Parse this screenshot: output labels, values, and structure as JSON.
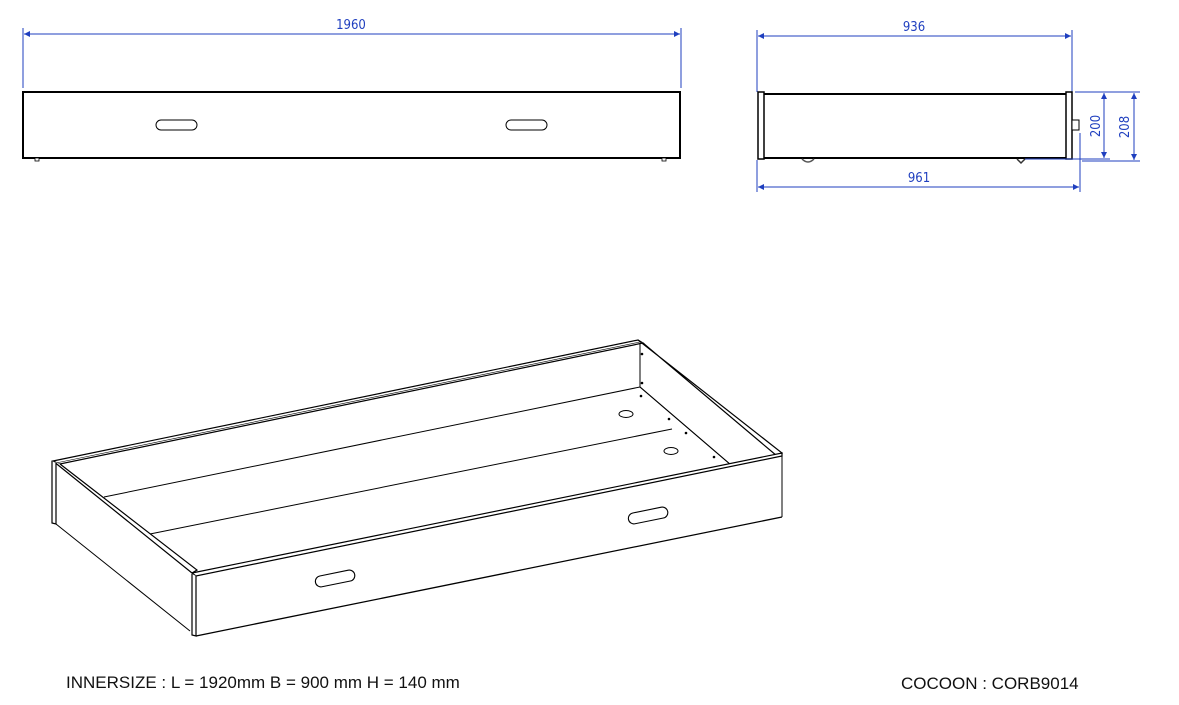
{
  "drawing": {
    "type": "technical-drawing",
    "subject": "Trundle bed drawer",
    "dimension_color": "#1f3fbf",
    "line_color": "#000000"
  },
  "front_view": {
    "width_label": "1960"
  },
  "side_view": {
    "top_width_label": "936",
    "bottom_width_label": "961",
    "inner_height_label": "200",
    "outer_height_label": "208"
  },
  "captions": {
    "inner_size": "INNERSIZE : L = 1920mm B = 900 mm H = 140 mm",
    "model": "COCOON : CORB9014"
  }
}
